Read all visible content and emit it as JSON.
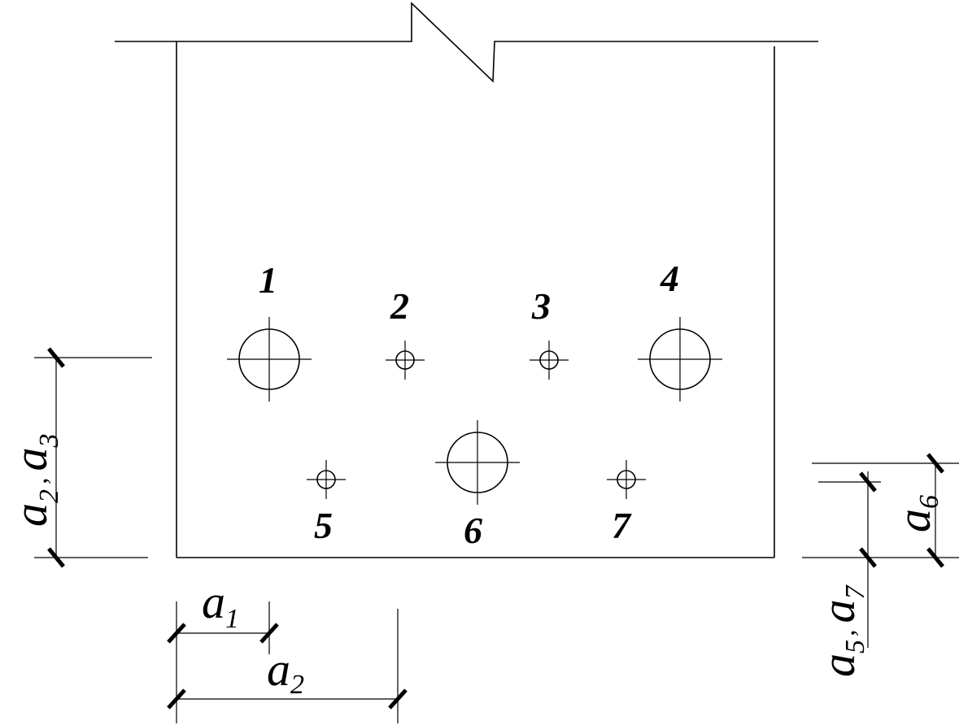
{
  "holes": [
    {
      "id": "1",
      "size": "large"
    },
    {
      "id": "2",
      "size": "small"
    },
    {
      "id": "3",
      "size": "small"
    },
    {
      "id": "4",
      "size": "large"
    },
    {
      "id": "5",
      "size": "small"
    },
    {
      "id": "6",
      "size": "large"
    },
    {
      "id": "7",
      "size": "small"
    }
  ],
  "dimensions": {
    "a1": {
      "base": "a",
      "sub": "1"
    },
    "a2_bottom": {
      "base": "a",
      "sub": "2"
    },
    "a2_a3_left": {
      "base": "a",
      "sub1": "2",
      "sep": ",",
      "sub2": "3"
    },
    "a6_right": {
      "base": "a",
      "sub": "6"
    },
    "a5_a7_right": {
      "base": "a",
      "sub1": "5",
      "sep": ",",
      "sub2": "7"
    }
  }
}
